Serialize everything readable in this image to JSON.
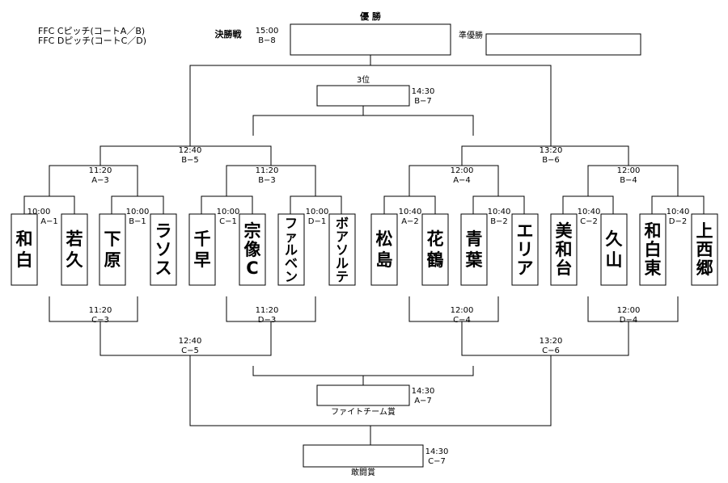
{
  "pitch_info": [
    "FFC Cピッチ(コートA／B)",
    "FFC Dピッチ(コートC／D)"
  ],
  "labels": {
    "champion": "優 勝",
    "runner_up": "準優勝",
    "final": "決勝戦",
    "third_place": "3位",
    "fight_team": "ファイトチーム賞",
    "fighting_spirit": "敢闘賞"
  },
  "teams": [
    "和白",
    "若久",
    "下原",
    "ラソス",
    "千早",
    "宗像C",
    "ファルベン",
    "ボアソルテ",
    "松島",
    "花鶴",
    "青葉",
    "エリア",
    "美和台",
    "久山",
    "和白東",
    "上西郷"
  ],
  "matches": {
    "A1": {
      "time": "10:00",
      "code": "A−1"
    },
    "B1": {
      "time": "10:00",
      "code": "B−1"
    },
    "C1": {
      "time": "10:00",
      "code": "C−1"
    },
    "D1": {
      "time": "10:00",
      "code": "D−1"
    },
    "A2": {
      "time": "10:40",
      "code": "A−2"
    },
    "B2": {
      "time": "10:40",
      "code": "B−2"
    },
    "C2": {
      "time": "10:40",
      "code": "C−2"
    },
    "D2": {
      "time": "10:40",
      "code": "D−2"
    },
    "A3": {
      "time": "11:20",
      "code": "A−3"
    },
    "B3": {
      "time": "11:20",
      "code": "B−3"
    },
    "A4": {
      "time": "12:00",
      "code": "A−4"
    },
    "B4": {
      "time": "12:00",
      "code": "B−4"
    },
    "B5": {
      "time": "12:40",
      "code": "B−5"
    },
    "B6": {
      "time": "13:20",
      "code": "B−6"
    },
    "B7": {
      "time": "14:30",
      "code": "B−7"
    },
    "B8": {
      "time": "15:00",
      "code": "B−8"
    },
    "C3": {
      "time": "11:20",
      "code": "C−3"
    },
    "D3": {
      "time": "11:20",
      "code": "D−3"
    },
    "C4": {
      "time": "12:00",
      "code": "C−4"
    },
    "D4": {
      "time": "12:00",
      "code": "D−4"
    },
    "C5": {
      "time": "12:40",
      "code": "C−5"
    },
    "C6": {
      "time": "13:20",
      "code": "C−6"
    },
    "A7": {
      "time": "14:30",
      "code": "A−7"
    },
    "C7": {
      "time": "14:30",
      "code": "C−7"
    }
  }
}
